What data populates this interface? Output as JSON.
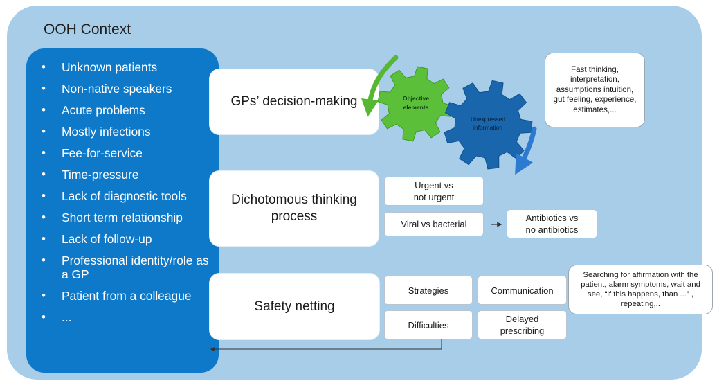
{
  "context_title": "OOH Context",
  "factors": [
    "Unknown patients",
    "Non-native speakers",
    "Acute problems",
    "Mostly infections",
    "Fee-for-service",
    "Time-pressure",
    "Lack of diagnostic tools",
    "Short term relationship",
    "Lack of follow-up",
    "Professional identity/role as a GP",
    "Patient from a colleague",
    "..."
  ],
  "decision": {
    "title": "GPs’ decision-making",
    "gear_objective": [
      "Objective",
      "elements"
    ],
    "gear_unexpressed": [
      "Unexpressed",
      "information"
    ],
    "note": "Fast thinking, interpretation, assumptions intuition, gut feeling, experience, estimates,..."
  },
  "dichotomous": {
    "title": "Dichotomous thinking process",
    "urgent_line1": "Urgent vs",
    "urgent_line2": "not urgent",
    "viral": "Viral vs bacterial",
    "antibiotics_line1": "Antibiotics vs",
    "antibiotics_line2": "no antibiotics"
  },
  "safety": {
    "title": "Safety netting",
    "strategies": "Strategies",
    "communication": "Communication",
    "difficulties": "Difficulties",
    "delayed_line1": "Delayed",
    "delayed_line2": "prescribing",
    "note": "Searching for affirmation with the patient, alarm symptoms, wait and see, “if this happens, than ...” , repeating,.."
  },
  "colors": {
    "frame": "#a7cde9",
    "panel": "#0e79c9",
    "gear_green": "#5cbf3a",
    "gear_blue": "#1a66ad",
    "arrow_green": "#56b832",
    "arrow_blue": "#2d7bd0"
  }
}
